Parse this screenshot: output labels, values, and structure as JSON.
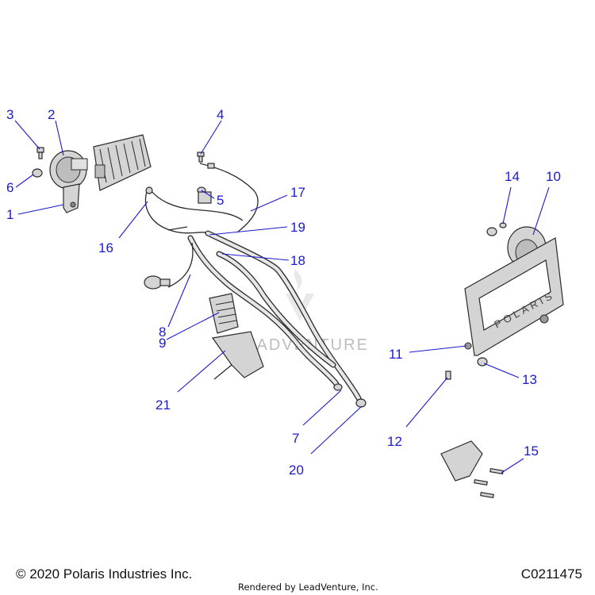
{
  "footer": {
    "copyright": "© 2020 Polaris Industries Inc.",
    "rendered_by": "Rendered by LeadVenture, Inc.",
    "diagram_code": "C0211475"
  },
  "watermark": {
    "text": "LEADVENTURE"
  },
  "plate_lettering": "POLARIS",
  "callouts": [
    "1",
    "2",
    "3",
    "4",
    "5",
    "6",
    "7",
    "8",
    "9",
    "10",
    "11",
    "12",
    "13",
    "14",
    "15",
    "16",
    "17",
    "18",
    "19",
    "20",
    "21"
  ],
  "colors": {
    "callout": "#1a1ad0",
    "part_stroke": "#2b2b2b",
    "part_fill": "#d4d4d4"
  }
}
